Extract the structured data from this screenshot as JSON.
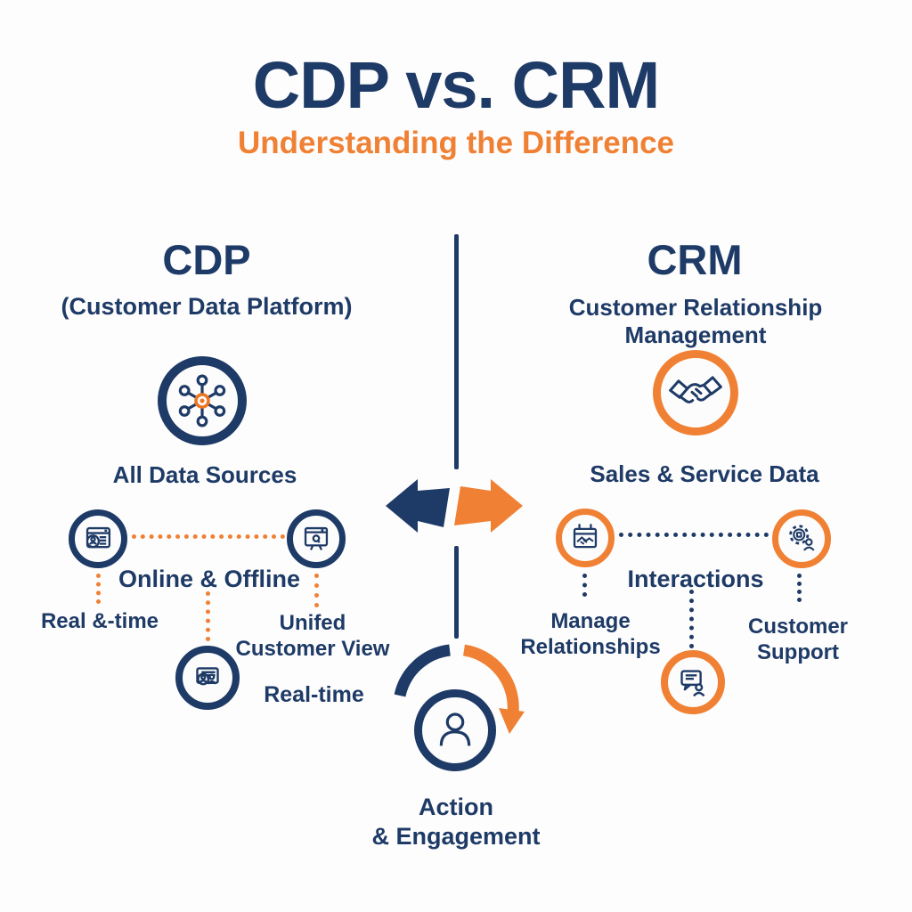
{
  "colors": {
    "navy": "#1e3a66",
    "orange": "#f08134",
    "background": "#fdfdfd"
  },
  "header": {
    "title": "CDP vs. CRM",
    "subtitle": "Understanding the Difference"
  },
  "cdp": {
    "heading": "CDP",
    "subheading": "(Customer Data Platform)",
    "main_icon": "network-hub-icon",
    "main_label": "All Data Sources",
    "row_icons": [
      "browser-user-icon",
      "presentation-board-icon"
    ],
    "row_label": "Online & Offline",
    "label_real_time_left": "Real &-time",
    "label_unified_view": "Unifed Customer View",
    "lower_icon": "customer-card-icon",
    "label_real_time_right": "Real-time"
  },
  "crm": {
    "heading": "CRM",
    "subheading": "Customer Relationship Management",
    "main_icon": "handshake-icon",
    "main_label": "Sales & Service Data",
    "row_icons": [
      "calendar-handshake-icon",
      "gear-user-icon"
    ],
    "row_label": "Interactions",
    "label_manage": "Manage Relationships",
    "label_support": "Customer Support",
    "lower_icon": "chat-user-icon"
  },
  "footer": {
    "icon": "user-icon",
    "action_line1": "Action",
    "action_line2": "& Engagement"
  }
}
